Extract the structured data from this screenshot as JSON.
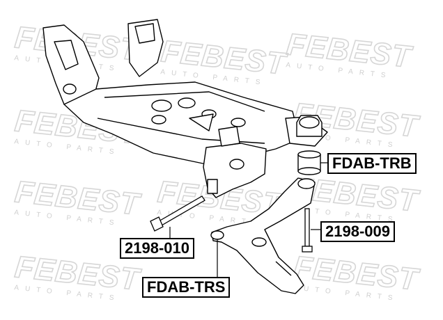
{
  "watermark": {
    "brand": "FEBEST",
    "sub": "AUTO PARTS"
  },
  "callouts": [
    {
      "id": "fdab-trb",
      "text": "FDAB-TRB"
    },
    {
      "id": "2198-009",
      "text": "2198-009"
    },
    {
      "id": "2198-010",
      "text": "2198-010"
    },
    {
      "id": "fdab-trs",
      "text": "FDAB-TRS"
    }
  ],
  "colors": {
    "line": "#000000",
    "watermark": "#d6d6d6",
    "background": "#ffffff"
  }
}
